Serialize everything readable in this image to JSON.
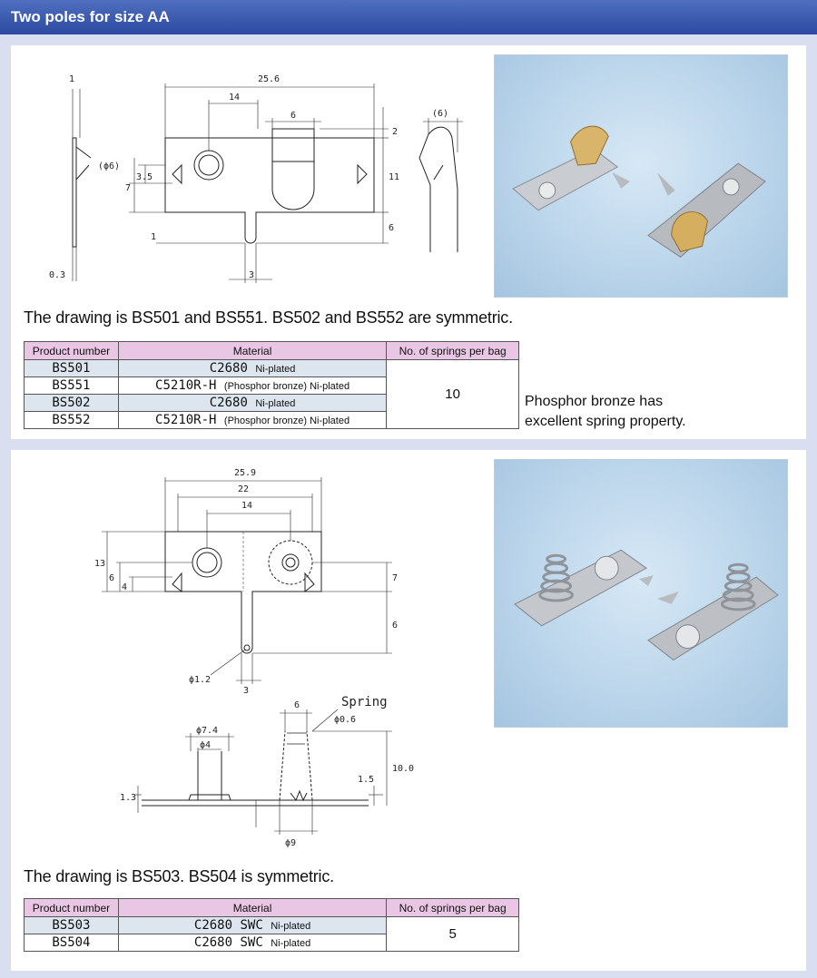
{
  "header": {
    "title": "Two poles for size AA"
  },
  "section1": {
    "dims": {
      "d1": "1",
      "d25_6": "25.6",
      "d14": "14",
      "d6": "6",
      "d2": "2",
      "dphi6": "(ϕ6)",
      "d7": "7",
      "d3_5": "3.5",
      "d11": "11",
      "d6b": "6",
      "d1b": "1",
      "d0_3": "0.3",
      "d3": "3",
      "dparen6": "(6)"
    },
    "note": "The drawing is BS501 and BS551. BS502 and BS552 are symmetric.",
    "table": {
      "headers": [
        "Product number",
        "Material",
        "No. of springs per bag"
      ],
      "rows": [
        {
          "pn": "BS501",
          "mat": "C2680",
          "sub": "Ni-plated"
        },
        {
          "pn": "BS551",
          "mat": "C5210R-H",
          "sub": "(Phosphor bronze) Ni-plated"
        },
        {
          "pn": "BS502",
          "mat": "C2680",
          "sub": "Ni-plated"
        },
        {
          "pn": "BS552",
          "mat": "C5210R-H",
          "sub": "(Phosphor bronze) Ni-plated"
        }
      ],
      "qty": "10"
    },
    "side_note_l1": "Phosphor bronze has",
    "side_note_l2": "excellent spring property."
  },
  "section2": {
    "dims": {
      "d25_9": "25.9",
      "d22": "22",
      "d14": "14",
      "d13": "13",
      "d6": "6",
      "d4": "4",
      "d7": "7",
      "d6b": "6",
      "dphi1_2": "ϕ1.2",
      "d3": "3",
      "d6top": "6",
      "spring": "Spring",
      "dphi0_6": "ϕ0.6",
      "dphi7_4": "ϕ7.4",
      "dphi4": "ϕ4",
      "d1_3": "1.3",
      "d1_5": "1.5",
      "d10_0": "10.0",
      "dphi9": "ϕ9"
    },
    "note": "The drawing is BS503. BS504 is symmetric.",
    "table": {
      "headers": [
        "Product number",
        "Material",
        "No. of springs per bag"
      ],
      "rows": [
        {
          "pn": "BS503",
          "mat": "C2680 SWC",
          "sub": "Ni-plated"
        },
        {
          "pn": "BS504",
          "mat": "C2680 SWC",
          "sub": "Ni-plated"
        }
      ],
      "qty": "5"
    }
  }
}
